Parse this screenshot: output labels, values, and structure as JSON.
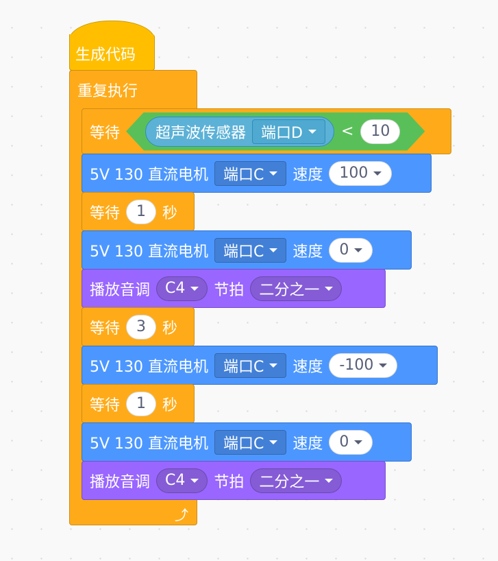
{
  "hat": {
    "label": "生成代码"
  },
  "forever": {
    "label": "重复执行"
  },
  "wait_until": {
    "label": "等待",
    "sensor": "超声波传感器",
    "port": "端口D",
    "op": "<",
    "value": "10"
  },
  "blocks": [
    {
      "type": "motor",
      "label": "5V 130 直流电机",
      "port": "端口C",
      "speed_label": "速度",
      "speed": "100"
    },
    {
      "type": "wait",
      "label": "等待",
      "value": "1",
      "unit": "秒"
    },
    {
      "type": "motor",
      "label": "5V 130 直流电机",
      "port": "端口C",
      "speed_label": "速度",
      "speed": "0"
    },
    {
      "type": "sound",
      "label": "播放音调",
      "note": "C4",
      "beat_label": "节拍",
      "beat": "二分之一"
    },
    {
      "type": "wait",
      "label": "等待",
      "value": "3",
      "unit": "秒"
    },
    {
      "type": "motor",
      "label": "5V 130 直流电机",
      "port": "端口C",
      "speed_label": "速度",
      "speed": "-100"
    },
    {
      "type": "wait",
      "label": "等待",
      "value": "1",
      "unit": "秒"
    },
    {
      "type": "motor",
      "label": "5V 130 直流电机",
      "port": "端口C",
      "speed_label": "速度",
      "speed": "0"
    },
    {
      "type": "sound",
      "label": "播放音调",
      "note": "C4",
      "beat_label": "节拍",
      "beat": "二分之一"
    }
  ],
  "colors": {
    "hat": "#ffbf00",
    "control": "#ffab19",
    "motor": "#4c97ff",
    "sound": "#9966ff",
    "operator": "#59c059",
    "sensor": "#5cb1d6"
  }
}
